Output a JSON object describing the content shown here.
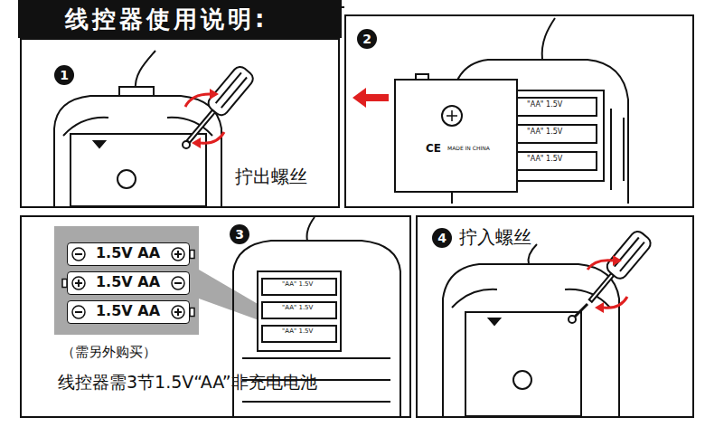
{
  "diagram": {
    "title": "线控器使用说明:",
    "nodes": [
      {
        "text": [
          "1",
          "拧出螺丝"
        ]
      },
      {
        "text": [
          "2"
        ]
      },
      {
        "text": [
          "3",
          "（需另外购买）",
          "线控器需3节1.5V“AA”非充电电池"
        ]
      },
      {
        "text": [
          "4",
          "拧入螺丝"
        ]
      },
      {
        "text": [
          "1.5V AA"
        ],
        "in": 2
      },
      {
        "text": [
          "1.5V AA"
        ],
        "in": 2
      },
      {
        "text": [
          "1.5V AA"
        ],
        "in": 2
      }
    ],
    "labels": [
      "\"AA\" 1.5V",
      "\"AA\" 1.5V",
      "\"AA\" 1.5V",
      "\"AA\" 1.5V",
      "\"AA\" 1.5V",
      "\"AA\" 1.5V",
      "CE",
      "MADE IN CHINA"
    ]
  }
}
